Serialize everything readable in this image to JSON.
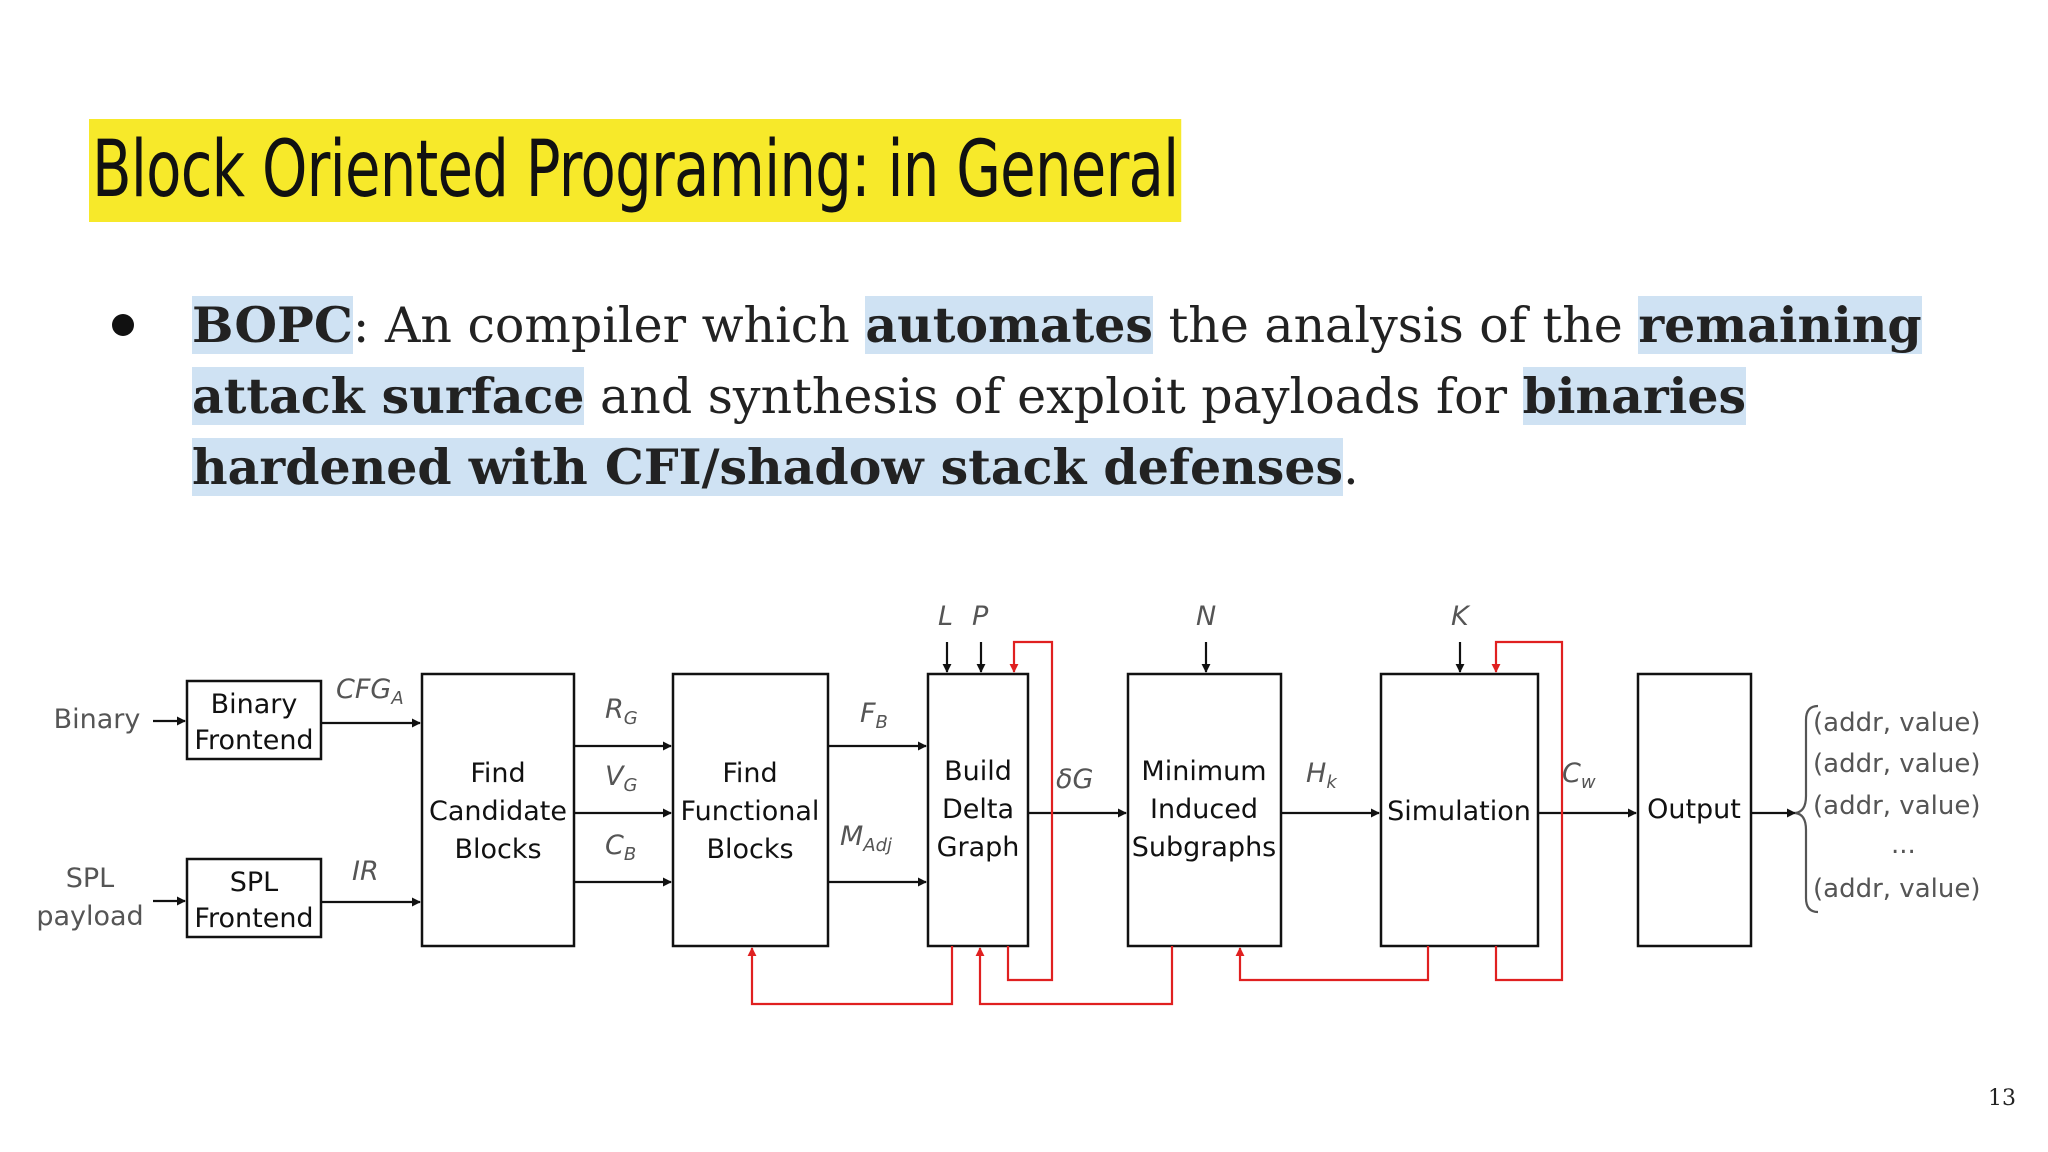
{
  "slide": {
    "title": "Block Oriented Programing: in General",
    "bullet": {
      "term": "BOPC",
      "t1": ": An compiler which ",
      "h1": "automates",
      "t2": " the analysis of the ",
      "h2": "remaining attack surface",
      "t3": " and synthesis of exploit payloads for ",
      "h3": "binaries hardened with CFI/shadow stack defenses",
      "t4": "."
    },
    "page_number": "13"
  },
  "diagram": {
    "inputs": {
      "binary": "Binary",
      "spl_1": "SPL",
      "spl_2": "payload"
    },
    "blocks": {
      "binary_frontend": [
        "Binary",
        "Frontend"
      ],
      "spl_frontend": [
        "SPL",
        "Frontend"
      ],
      "find_candidate": [
        "Find",
        "Candidate",
        "Blocks"
      ],
      "find_functional": [
        "Find",
        "Functional",
        "Blocks"
      ],
      "build_delta": [
        "Build",
        "Delta",
        "Graph"
      ],
      "minimum_induced": [
        "Minimum",
        "Induced",
        "Subgraphs"
      ],
      "simulation": [
        "Simulation"
      ],
      "output": [
        "Output"
      ]
    },
    "edge_labels": {
      "cfg": "CFG",
      "cfg_sub": "A",
      "ir": "IR",
      "rg": "R",
      "rg_sub": "G",
      "vg": "V",
      "vg_sub": "G",
      "cb": "C",
      "cb_sub": "B",
      "fb": "F",
      "fb_sub": "B",
      "madj": "M",
      "madj_sub": "Adj",
      "dg": "δG",
      "hk": "H",
      "hk_sub": "k",
      "cw": "C",
      "cw_sub": "w"
    },
    "params": {
      "l": "L",
      "p": "P",
      "n": "N",
      "k": "K"
    },
    "outputs": [
      "(addr, value)",
      "(addr, value)",
      "(addr, value)",
      "...",
      "(addr, value)"
    ]
  }
}
